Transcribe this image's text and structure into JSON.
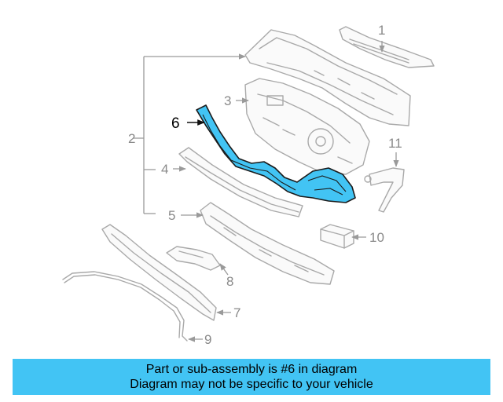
{
  "diagram": {
    "highlight_color": "#42c4f4",
    "callouts": [
      {
        "id": "1",
        "label": "1"
      },
      {
        "id": "2",
        "label": "2"
      },
      {
        "id": "3",
        "label": "3"
      },
      {
        "id": "4",
        "label": "4"
      },
      {
        "id": "5",
        "label": "5"
      },
      {
        "id": "6",
        "label": "6",
        "highlighted": true
      },
      {
        "id": "7",
        "label": "7"
      },
      {
        "id": "8",
        "label": "8"
      },
      {
        "id": "9",
        "label": "9"
      },
      {
        "id": "10",
        "label": "10"
      },
      {
        "id": "11",
        "label": "11"
      }
    ]
  },
  "banner": {
    "line1": "Part or sub-assembly is #6 in diagram",
    "line2": "Diagram may not be specific to your vehicle",
    "background": "#42c4f4"
  }
}
